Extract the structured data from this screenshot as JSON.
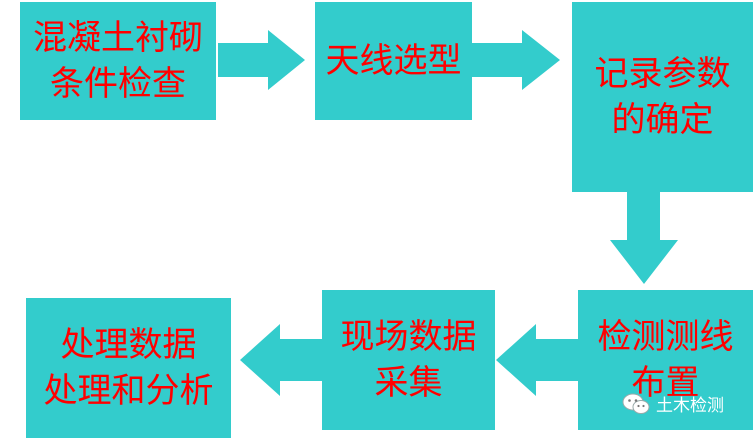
{
  "colors": {
    "box_fill": "#33cccc",
    "text": "#ff0000",
    "arrow": "#33cccc",
    "background": "#ffffff"
  },
  "boxes": {
    "concrete_check": "混凝土衬砌\n条件检查",
    "antenna_selection": "天线选型",
    "record_params": "记录参数\n的确定",
    "survey_lines": "检测测线\n布置",
    "field_collection": "现场数据\n采集",
    "processing": "处理数据\n处理和分析"
  },
  "watermark": {
    "label": "土木检测",
    "icon": "wechat-icon"
  }
}
